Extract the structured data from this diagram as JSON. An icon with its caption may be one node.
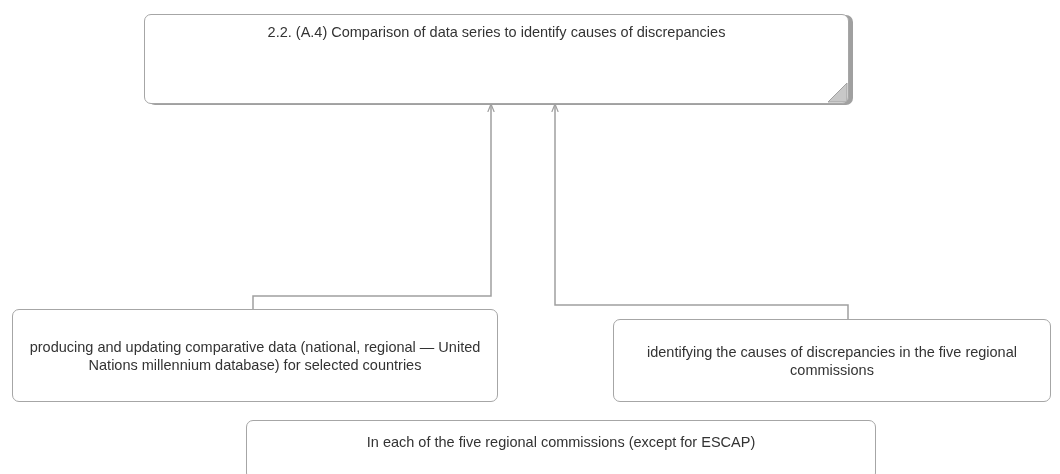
{
  "diagram": {
    "nodes": [
      {
        "text": [
          "2.2.  (A.4) Comparison of data series to identify causes of discrepancies"
        ]
      },
      {
        "text": [
          "producing and updating comparative data (national, regional — United Nations millennium database) for selected countries"
        ]
      },
      {
        "text": [
          "identifying the causes of discrepancies in the five regional commissions"
        ]
      },
      {
        "text": [
          "In each of the five regional commissions (except for ESCAP)"
        ]
      }
    ],
    "edges": [
      {
        "from": 1,
        "to": 0,
        "arrow": "to"
      },
      {
        "from": 2,
        "to": 0,
        "arrow": "to"
      }
    ]
  }
}
